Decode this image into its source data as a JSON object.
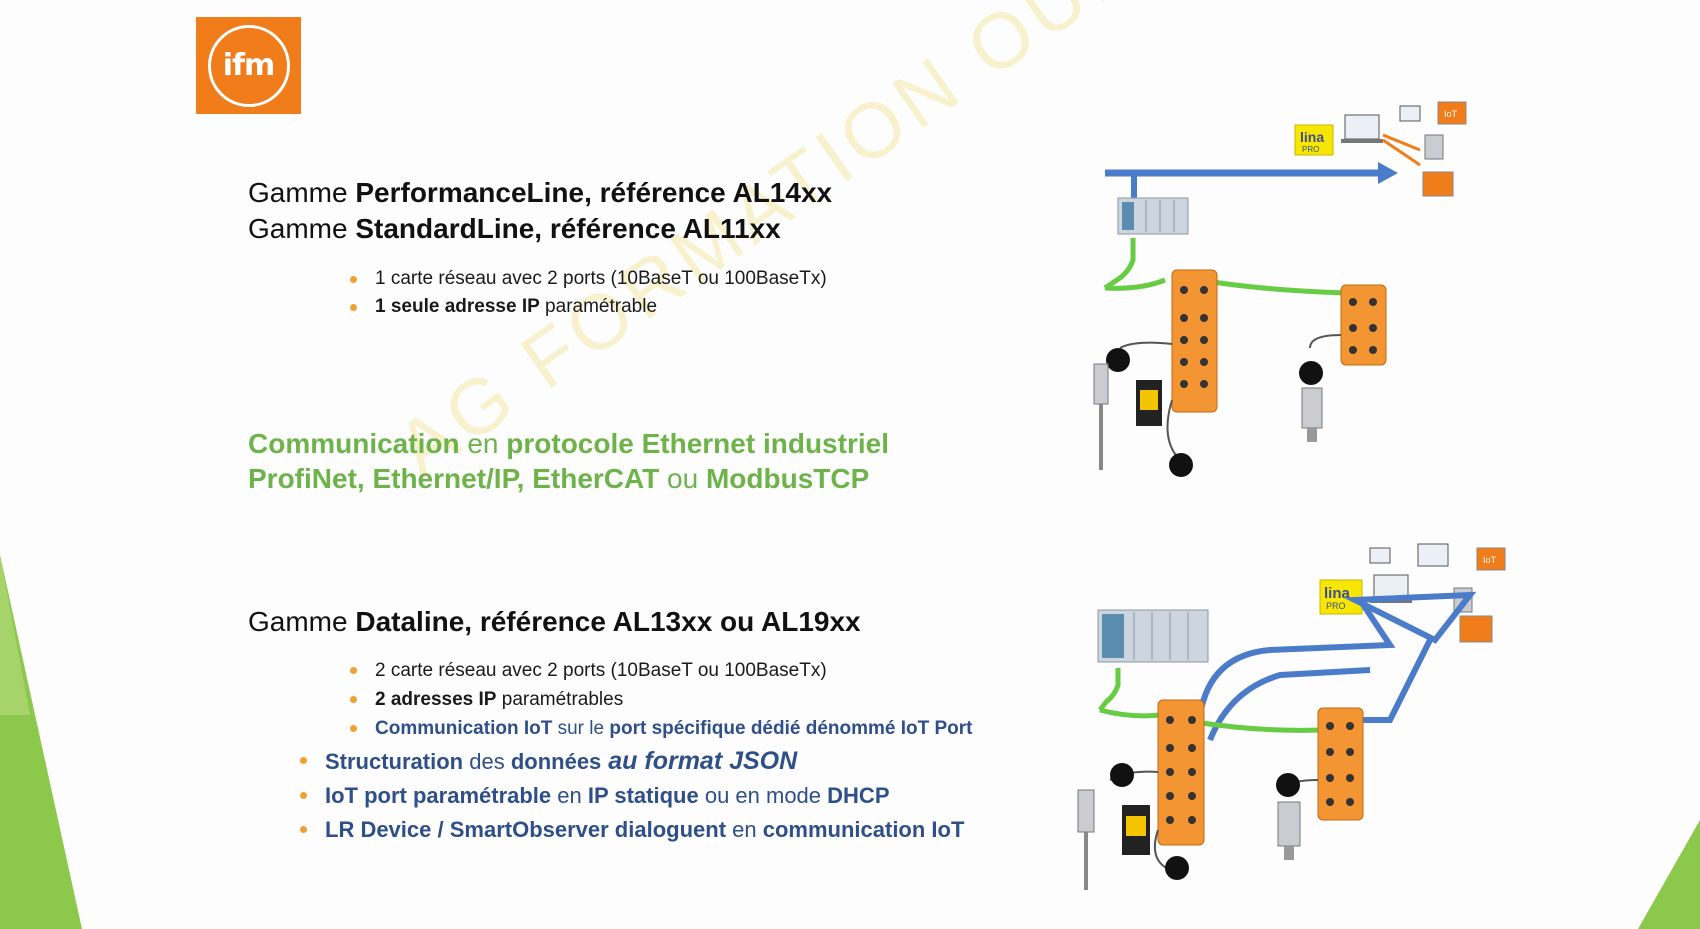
{
  "logo": {
    "text": "ifm"
  },
  "watermark": "AG FORMATION OUEST",
  "section1": {
    "line1_prefix": "Gamme ",
    "line1_bold": "PerformanceLine, référence AL14xx",
    "line2_prefix": "Gamme ",
    "line2_bold": "StandardLine, référence AL11xx",
    "bullets": [
      {
        "bold": "",
        "text": "1 carte réseau avec 2 ports (10BaseT ou 100BaseTx)"
      },
      {
        "bold": "1 seule adresse IP",
        "text": " paramétrable"
      }
    ]
  },
  "communication": {
    "line1_a": "Communication",
    "line1_b": " en ",
    "line1_c": "protocole Ethernet industriel",
    "line2_a": "ProfiNet, Ethernet/IP, EtherCAT",
    "line2_b": " ou ",
    "line2_c": "ModbusTCP"
  },
  "section2": {
    "title_prefix": "Gamme ",
    "title_bold": "Dataline, référence AL13xx ou AL19xx",
    "bullets": [
      {
        "a": "2 carte réseau avec 2 ports (10BaseT ou 100BaseTx)"
      },
      {
        "bold": "2 adresses IP",
        "text": " paramétrables"
      },
      {
        "a": "Communication IoT",
        "b": " sur le ",
        "c": "port spécifique dédié dénommé IoT Port"
      }
    ],
    "features": [
      {
        "a": "Structuration",
        "b": " des ",
        "c": "données",
        "d": " au format JSON"
      },
      {
        "a": "IoT port paramétrable",
        "b": " en ",
        "c": "IP statique",
        "d": " ou en mode ",
        "e": "DHCP"
      },
      {
        "a": "LR Device / SmartObserver dialoguent",
        "b": " en ",
        "c": "communication IoT"
      }
    ]
  },
  "diagram": {
    "lina_label": "lina",
    "lina_sub": "PRO",
    "iot_label": "IoT"
  },
  "colors": {
    "orange": "#f07c1a",
    "green": "#6db34a",
    "blue_text": "#2f4f88",
    "arrow_blue": "#4a7cc9",
    "cable_green": "#66cc44"
  }
}
